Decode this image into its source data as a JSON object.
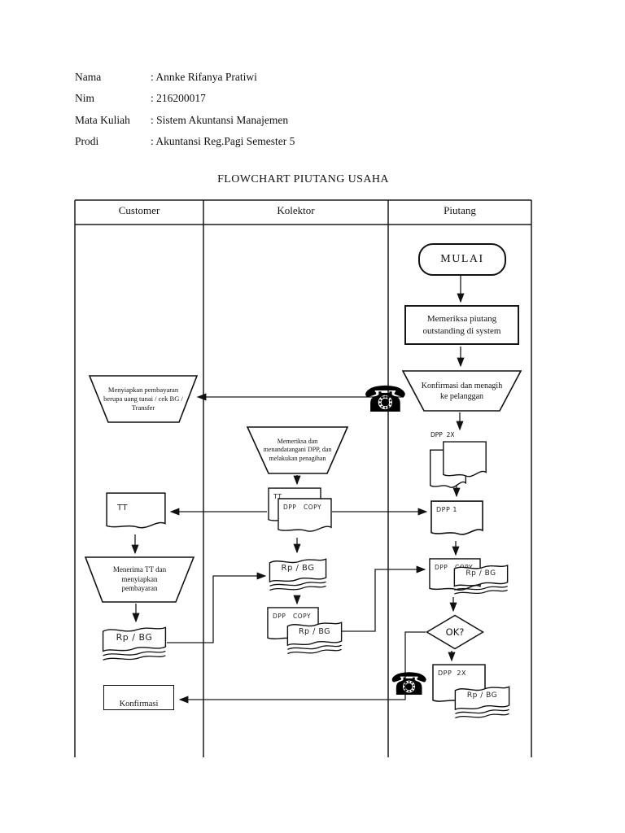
{
  "page": {
    "header_fields": [
      {
        "label": "Nama",
        "value": ": Annke Rifanya Pratiwi"
      },
      {
        "label": "Nim",
        "value": ": 216200017"
      },
      {
        "label": "Mata Kuliah",
        "value": ": Sistem Akuntansi Manajemen"
      },
      {
        "label": "Prodi",
        "value": ": Akuntansi Reg.Pagi Semester 5"
      }
    ],
    "title": "FLOWCHART PIUTANG USAHA"
  },
  "columns": {
    "customer": "Customer",
    "kolektor": "Kolektor",
    "piutang": "Piutang"
  },
  "nodes": {
    "mulai": "MULAI",
    "memeriksa_piutang": "Memeriksa piutang outstanding di system",
    "konfirmasi_menagih": "Konfirmasi dan menagih ke pelanggan",
    "menyiapkan_pembayaran": "Menyiapkan pembayaran berupa uang tunai / cek BG / Transfer",
    "memeriksa_dpp": "Memeriksa dan menandatangani DPP, dan melakukan penagihan",
    "menerima_tt": "Menerima TT dan menyiapkan pembayaran",
    "ok": "OK?",
    "konfirmasi": "Konfirmasi"
  },
  "labels": {
    "dpp_2x": "DPP  2X",
    "dpp_1": "DPP 1",
    "dpp_copy": "DPP   COPY",
    "tt": "TT",
    "rp_bg": "Rp / BG"
  },
  "icons": {
    "phone": "☎"
  }
}
